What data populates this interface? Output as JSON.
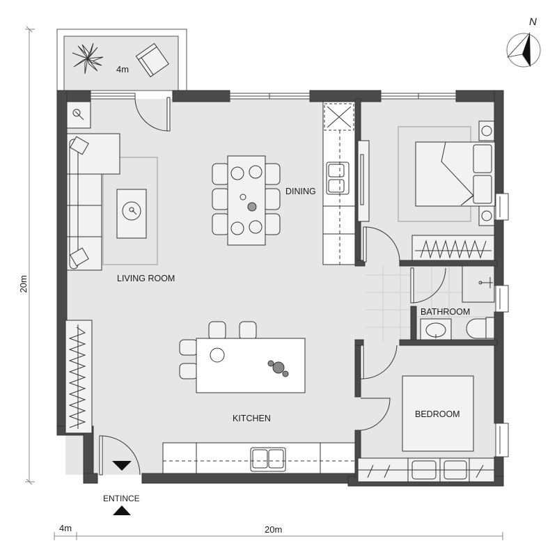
{
  "plan": {
    "compass_label": "N",
    "balcony_dimension": "4m",
    "rooms": {
      "living_room": "LIVING ROOM",
      "dining": "DINING",
      "kitchen": "KITCHEN",
      "bathroom": "BATHROOM",
      "bedroom": "BEDROOM"
    },
    "entrance_label": "ENTINCE",
    "dimensions": {
      "vertical": "20m",
      "horizontal_small": "4m",
      "horizontal_large": "20m"
    }
  },
  "colors": {
    "wall": "#4a4a4a",
    "floor": "#e6e6e6",
    "furniture_fill": "#f2f2f2",
    "line": "#333333",
    "background": "#ffffff"
  }
}
